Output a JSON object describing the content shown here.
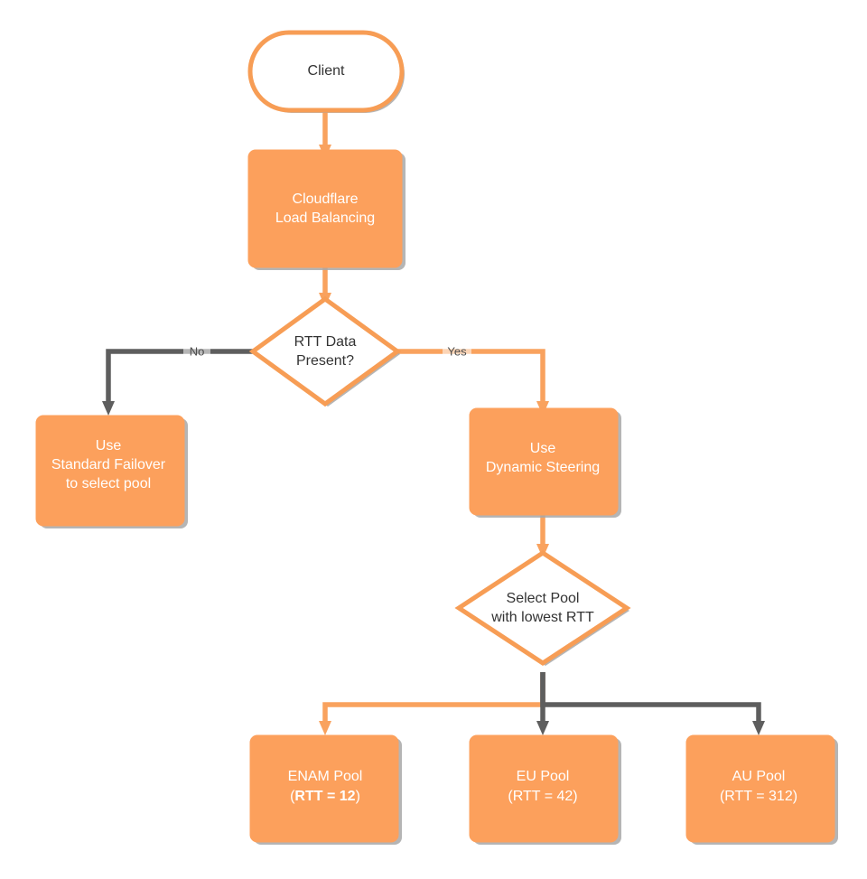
{
  "diagram": {
    "title": "Cloudflare Load Balancing RTT Steering Flow",
    "type": "flowchart",
    "direction": "top-down",
    "background": "#ffffff",
    "colors": {
      "node_fill": "#fca05c",
      "node_border": "#f79d55",
      "node_text_on_fill": "#ffffff",
      "node_text_on_white": "#333333",
      "edge_default": "#5e5e5e",
      "edge_active": "#f9a25e",
      "shadow": "#a8a8a8"
    },
    "nodes": [
      {
        "id": "client",
        "shape": "stadium",
        "style": "white",
        "lines": [
          "Client"
        ]
      },
      {
        "id": "lb",
        "shape": "rect",
        "style": "orange",
        "lines": [
          "Cloudflare",
          "Load Balancing"
        ]
      },
      {
        "id": "rtt_present",
        "shape": "diamond",
        "style": "white",
        "lines": [
          "RTT Data",
          "Present?"
        ]
      },
      {
        "id": "standard_failover",
        "shape": "rect",
        "style": "orange",
        "lines": [
          "Use",
          "Standard Failover",
          "to select pool"
        ]
      },
      {
        "id": "dynamic_steering",
        "shape": "rect",
        "style": "orange",
        "lines": [
          "Use",
          "Dynamic Steering"
        ]
      },
      {
        "id": "select_pool",
        "shape": "diamond",
        "style": "white",
        "lines": [
          "Select Pool",
          "with lowest RTT"
        ]
      },
      {
        "id": "enam_pool",
        "shape": "rect",
        "style": "orange",
        "lines": [
          "ENAM Pool",
          "(RTT = 12)"
        ],
        "bold_segment": "RTT = 12",
        "selected": true
      },
      {
        "id": "eu_pool",
        "shape": "rect",
        "style": "orange",
        "lines": [
          "EU Pool",
          "(RTT = 42)"
        ],
        "selected": false
      },
      {
        "id": "au_pool",
        "shape": "rect",
        "style": "orange",
        "lines": [
          "AU Pool",
          "(RTT = 312)"
        ],
        "selected": false
      }
    ],
    "edges": [
      {
        "from": "client",
        "to": "lb",
        "label": "",
        "state": "active"
      },
      {
        "from": "lb",
        "to": "rtt_present",
        "label": "",
        "state": "active"
      },
      {
        "from": "rtt_present",
        "to": "standard_failover",
        "label": "No",
        "state": "default"
      },
      {
        "from": "rtt_present",
        "to": "dynamic_steering",
        "label": "Yes",
        "state": "active"
      },
      {
        "from": "dynamic_steering",
        "to": "select_pool",
        "label": "",
        "state": "active"
      },
      {
        "from": "select_pool",
        "to": "enam_pool",
        "label": "",
        "state": "active"
      },
      {
        "from": "select_pool",
        "to": "eu_pool",
        "label": "",
        "state": "default"
      },
      {
        "from": "select_pool",
        "to": "au_pool",
        "label": "",
        "state": "default"
      }
    ]
  },
  "text": {
    "client": "Client",
    "lb_line1": "Cloudflare",
    "lb_line2": "Load Balancing",
    "rtt_present_line1": "RTT Data",
    "rtt_present_line2": "Present?",
    "failover_line1": "Use",
    "failover_line2": "Standard Failover",
    "failover_line3": "to select pool",
    "steering_line1": "Use",
    "steering_line2": "Dynamic Steering",
    "select_pool_line1": "Select Pool",
    "select_pool_line2": "with lowest RTT",
    "enam_line1": "ENAM Pool",
    "enam_rtt_open": "(",
    "enam_rtt_bold": "RTT = 12",
    "enam_rtt_close": ")",
    "eu_line1": "EU Pool",
    "eu_line2": "(RTT = 42)",
    "au_line1": "AU Pool",
    "au_line2": "(RTT = 312)",
    "edge_label_no": "No",
    "edge_label_yes": "Yes"
  }
}
